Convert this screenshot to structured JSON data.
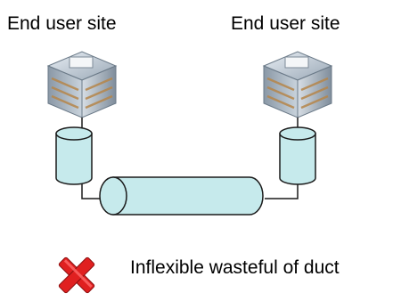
{
  "sites": {
    "left_label": "End user site",
    "right_label": "End user site",
    "icon": "office-building-icon"
  },
  "ducts": {
    "fill_color": "#c6eaec",
    "stroke_color": "#1a1a1a"
  },
  "status": {
    "icon": "red-x-icon",
    "icon_color": "#e02020",
    "caption": "Inflexible wasteful of duct"
  }
}
